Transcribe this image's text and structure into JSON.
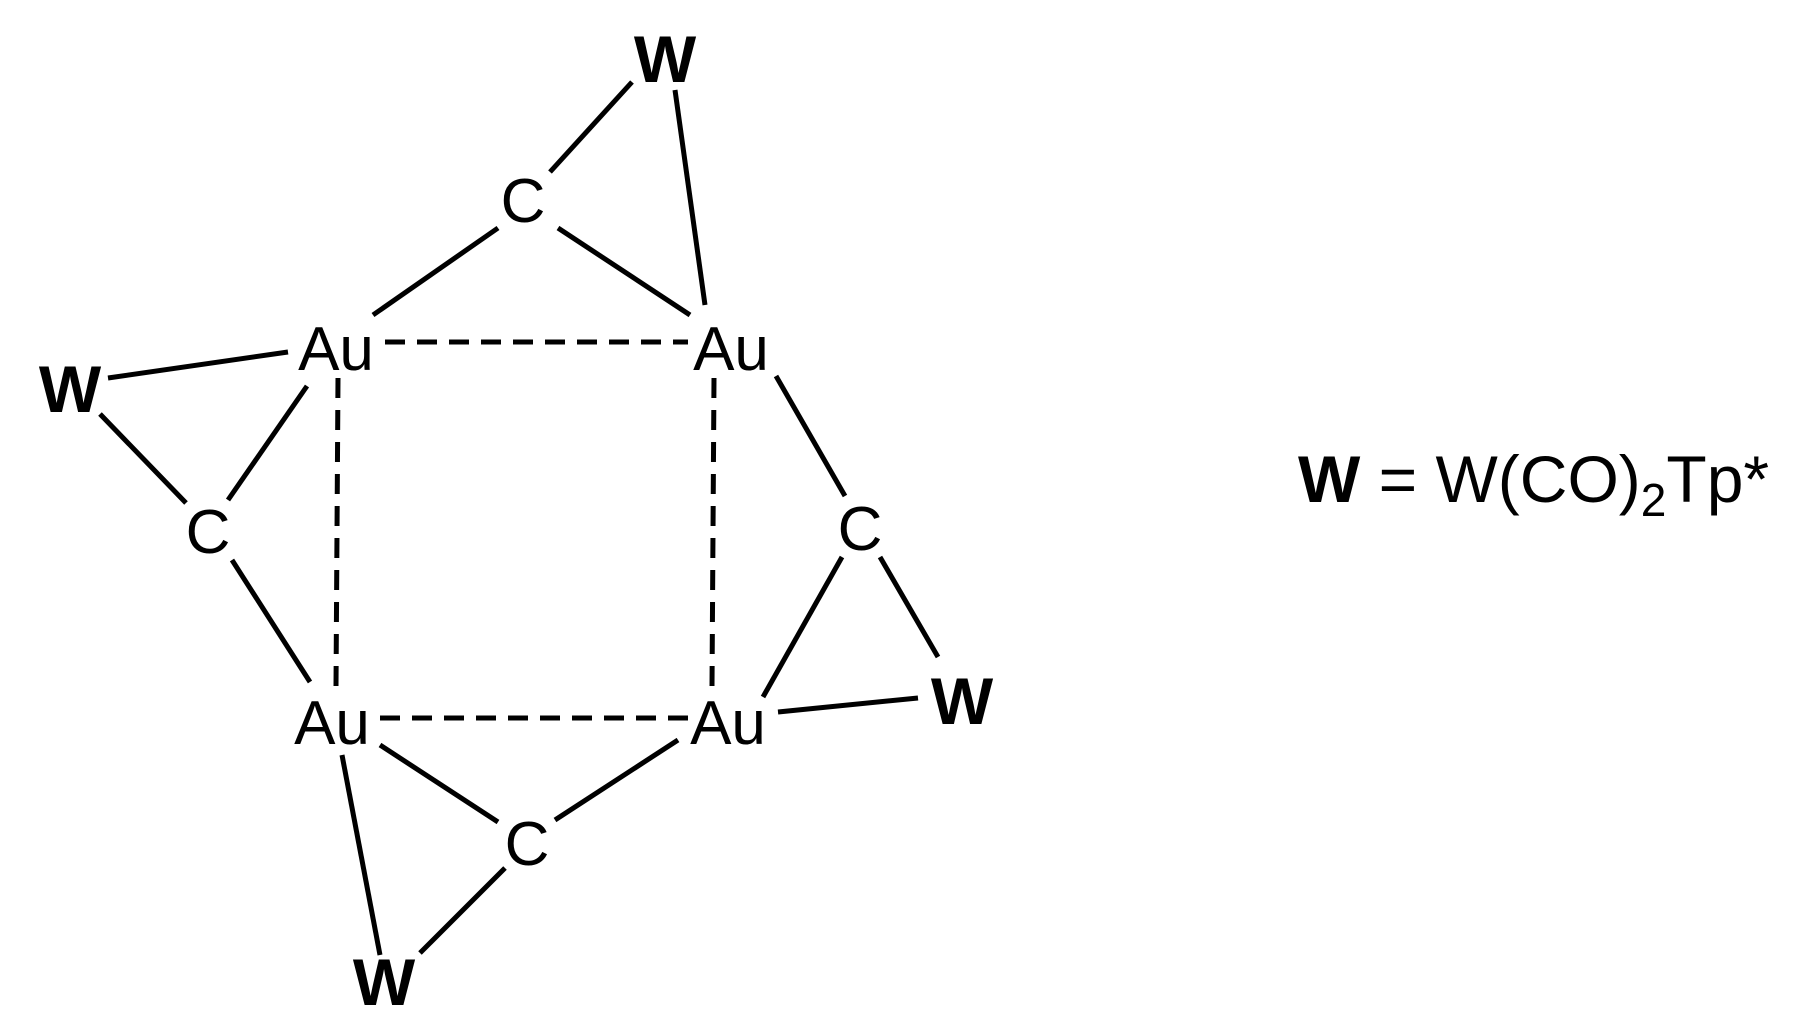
{
  "atoms": {
    "au_top_left": "Au",
    "au_top_right": "Au",
    "au_bottom_left": "Au",
    "au_bottom_right": "Au",
    "c_top": "C",
    "c_left": "C",
    "c_right": "C",
    "c_bottom": "C",
    "w_top": "W",
    "w_left": "W",
    "w_right": "W",
    "w_bottom": "W"
  },
  "legend": {
    "symbol": "W",
    "equals": " = ",
    "formula_start": "W(CO)",
    "formula_subscript": "2",
    "formula_end": "Tp*"
  },
  "colors": {
    "ink": "#000000",
    "background": "#ffffff"
  }
}
